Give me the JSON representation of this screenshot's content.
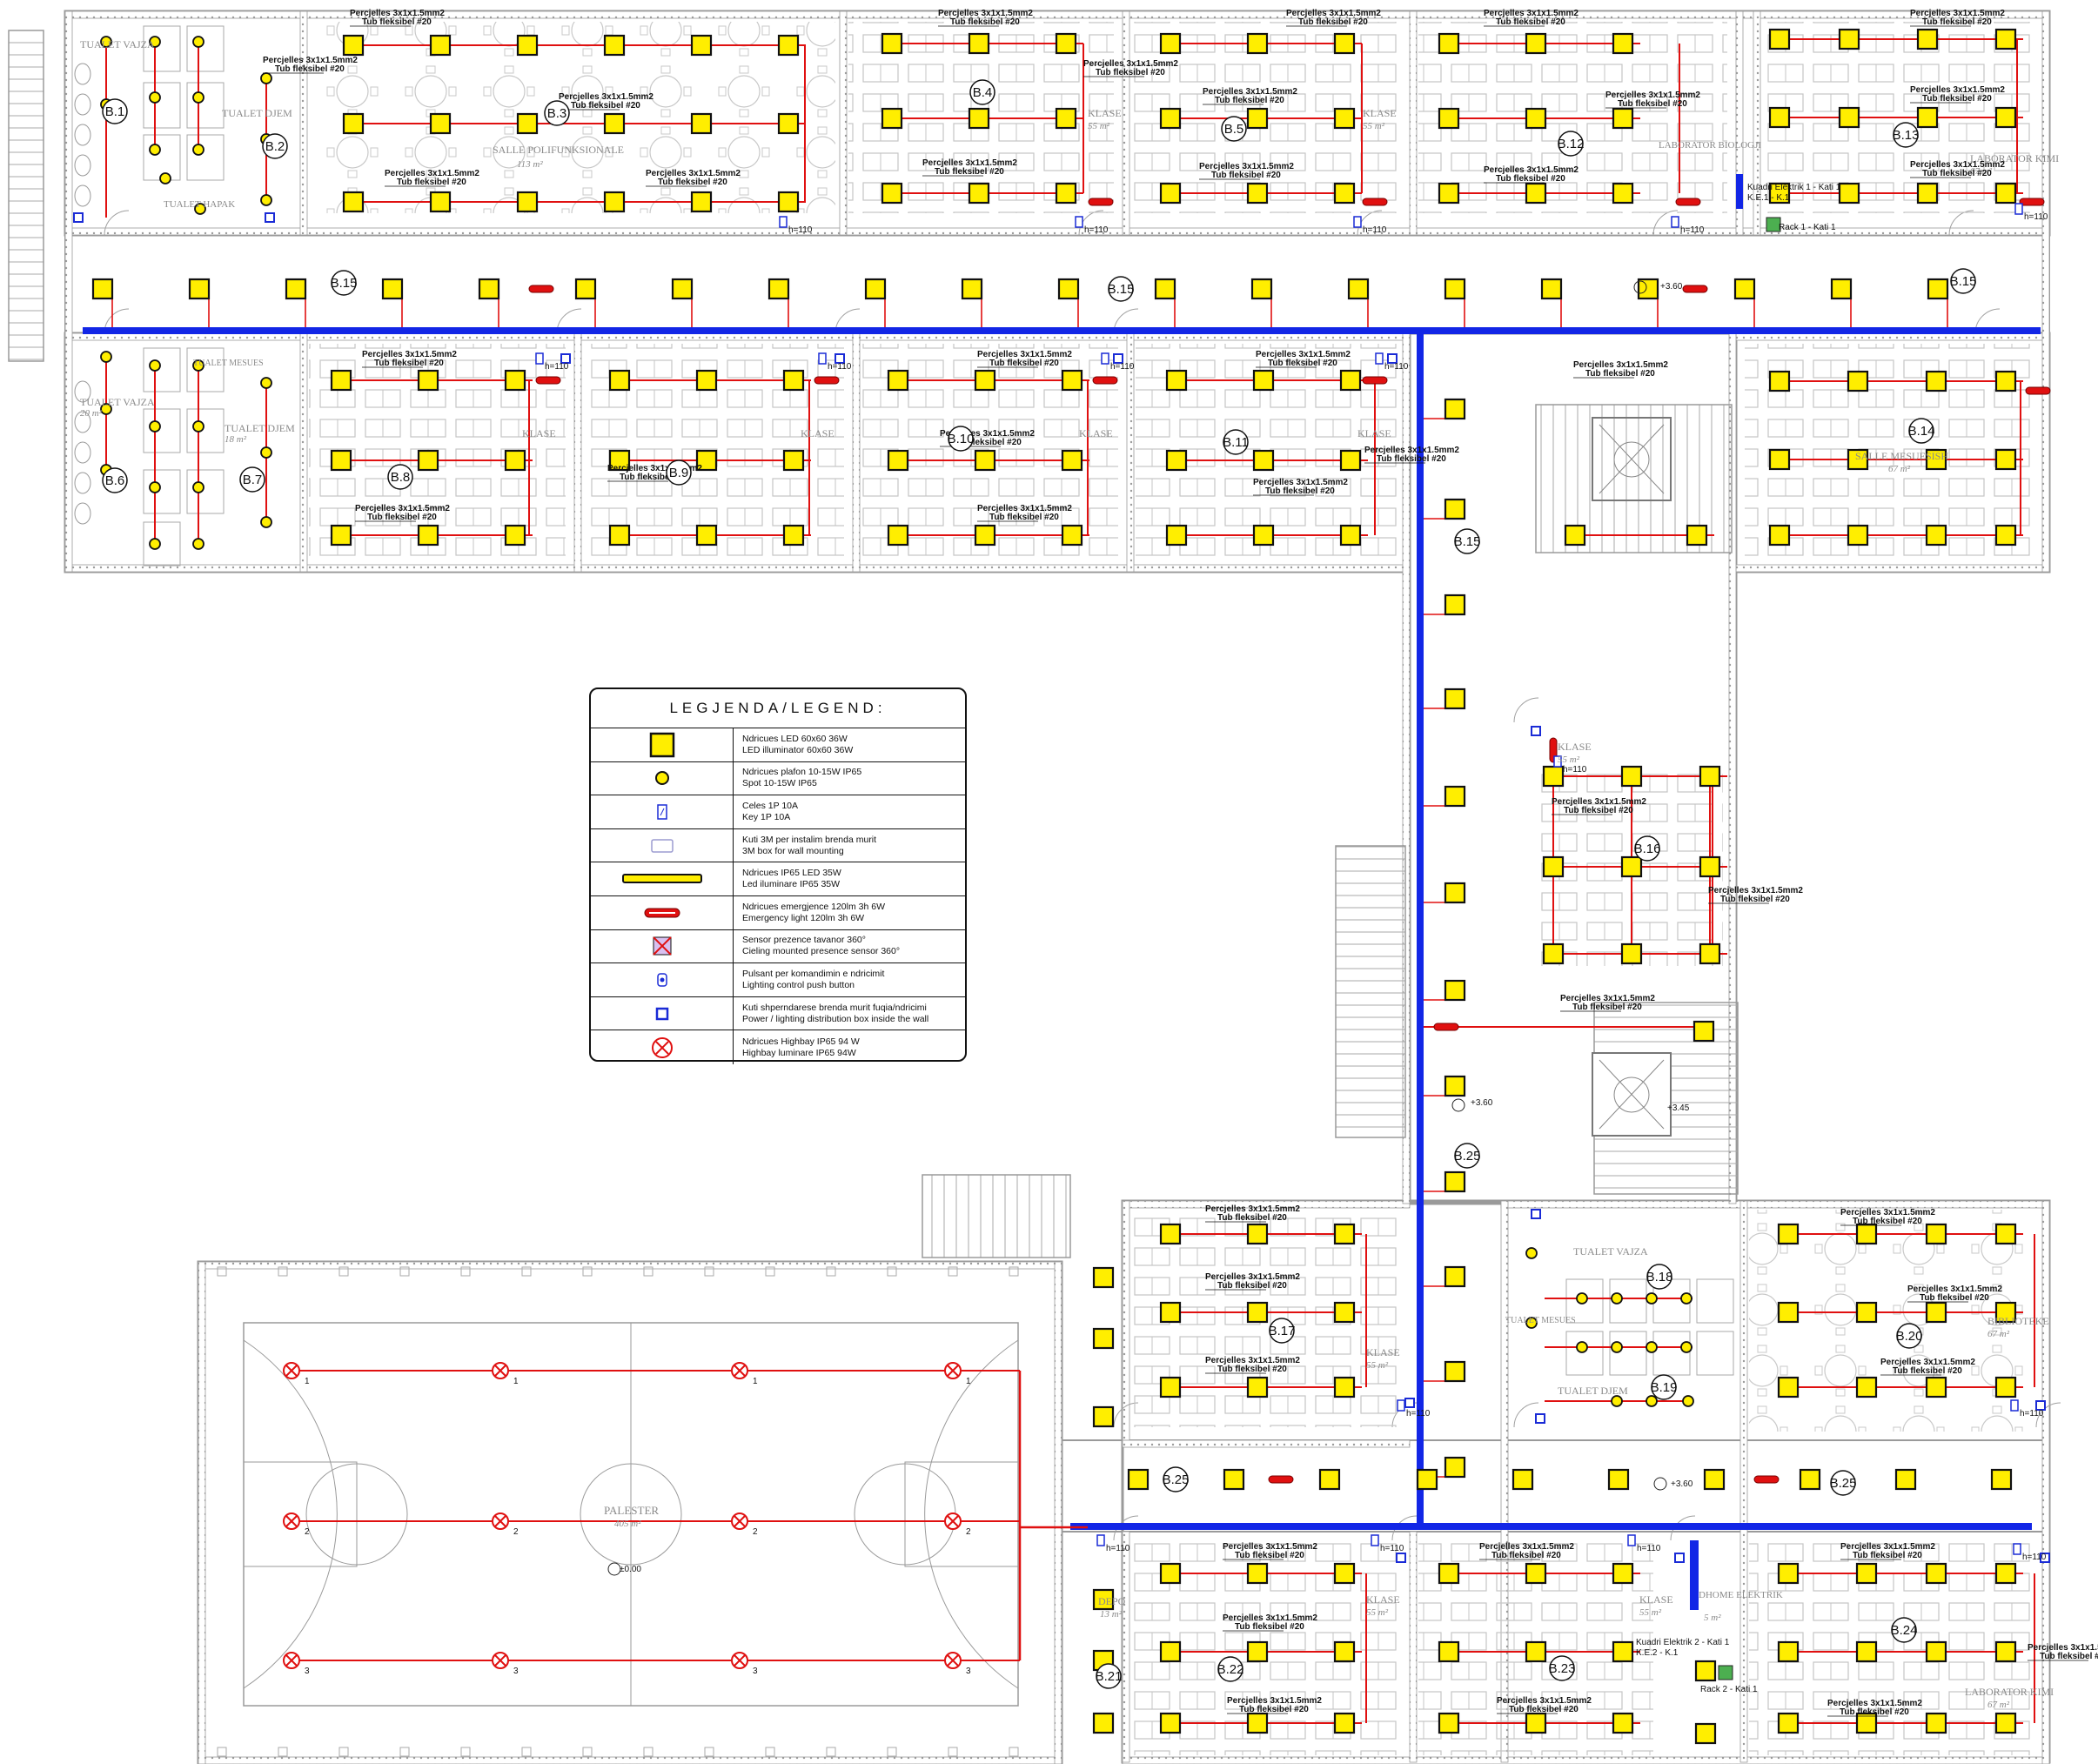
{
  "rooms": {
    "tualet_vajza": "TUALET VAJZA",
    "area_20": "20 m²",
    "tualet_djem": "TUALET DJEM",
    "area_18": "18 m²",
    "tualet_mesues": "TUALET MESUES",
    "tualet_hapak": "TUALET HAPAK",
    "salle_polifunksionale": "SALLE POLIFUNKSIONALE",
    "area_113": "113 m²",
    "klase": "KLASE",
    "area_55": "55 m²",
    "laborator_biologji": "LABORATOR BIOLOGJI",
    "laborator_kimi": "LABORATOR KIMI",
    "area_67": "67 m²",
    "salle_mesuesish": "SALLE MESUESISH",
    "biblioteke": "BIBLIOTEKE",
    "palester": "PALESTER",
    "area_405": "405 m²",
    "depo": "DEPO",
    "area_13": "13 m²",
    "dhome_elektrik": "DHOME ELEKTRIK",
    "area_5": "5 m²"
  },
  "circuit_labels": {
    "cable_spec": "Percjelles 3x1x1.5mm2",
    "tube_spec": "Tub fleksibel #20",
    "height": "h=110",
    "panel_1": "Kuadri Elektrik 1 - Kati 1",
    "panel_1_code": "K.E.1 - K.1",
    "panel_2": "Kuadri Elektrik 2 - Kati 1",
    "panel_2_code": "K.E.2 - K.1",
    "rack_1": "Rack 1 - Kati 1",
    "rack_2": "Rack 2 - Kati 1"
  },
  "circuits": [
    "B.1",
    "B.2",
    "B.3",
    "B.4",
    "B.5",
    "B.6",
    "B.7",
    "B.8",
    "B.9",
    "B.10",
    "B.11",
    "B.12",
    "B.13",
    "B.14",
    "B.15",
    "B.16",
    "B.17",
    "B.18",
    "B.19",
    "B.20",
    "B.21",
    "B.22",
    "B.23",
    "B.24",
    "B.25"
  ],
  "levels": {
    "corridor": "+3.60",
    "stair": "+3.45",
    "ground": "±0.00"
  },
  "highbay_rows": [
    "1",
    "2",
    "3"
  ],
  "legend": {
    "title": "LEGJENDA/LEGEND:",
    "items": [
      {
        "icon": "led-panel-icon",
        "line1": "Ndricues LED 60x60 36W",
        "line2": "LED illuminator 60x60 36W"
      },
      {
        "icon": "ceiling-spot-icon",
        "line1": "Ndricues plafon 10-15W IP65",
        "line2": "Spot 10-15W IP65"
      },
      {
        "icon": "switch-icon",
        "line1": "Celes 1P 10A",
        "line2": "Key 1P 10A"
      },
      {
        "icon": "wall-box-icon",
        "line1": "Kuti 3M per instalim brenda murit",
        "line2": "3M box for wall mounting"
      },
      {
        "icon": "led-batten-icon",
        "line1": "Ndricues IP65 LED 35W",
        "line2": "Led iluminare IP65 35W"
      },
      {
        "icon": "emergency-light-icon",
        "line1": "Ndricues emergjence 120lm 3h 6W",
        "line2": "Emergency light 120lm 3h 6W"
      },
      {
        "icon": "presence-sensor-icon",
        "line1": "Sensor prezence tavanor 360°",
        "line2": "Cieling mounted presence sensor 360°"
      },
      {
        "icon": "push-button-icon",
        "line1": "Pulsant per komandimin e ndricimit",
        "line2": "Lighting control push button"
      },
      {
        "icon": "distribution-box-icon",
        "line1": "Kuti shperndarese brenda murit fuqia/ndricimi",
        "line2": "Power / lighting distribution box inside the wall"
      },
      {
        "icon": "highbay-icon",
        "line1": "Ndricues Highbay IP65 94 W",
        "line2": "Highbay luminare IP65 94W"
      }
    ]
  },
  "colors": {
    "wall": "#9a9a9a",
    "circuit": "#e01010",
    "busway": "#1226e6",
    "fixture_fill": "#ffee00",
    "fixture_stroke": "#111111",
    "furniture": "#bdbdbd"
  }
}
